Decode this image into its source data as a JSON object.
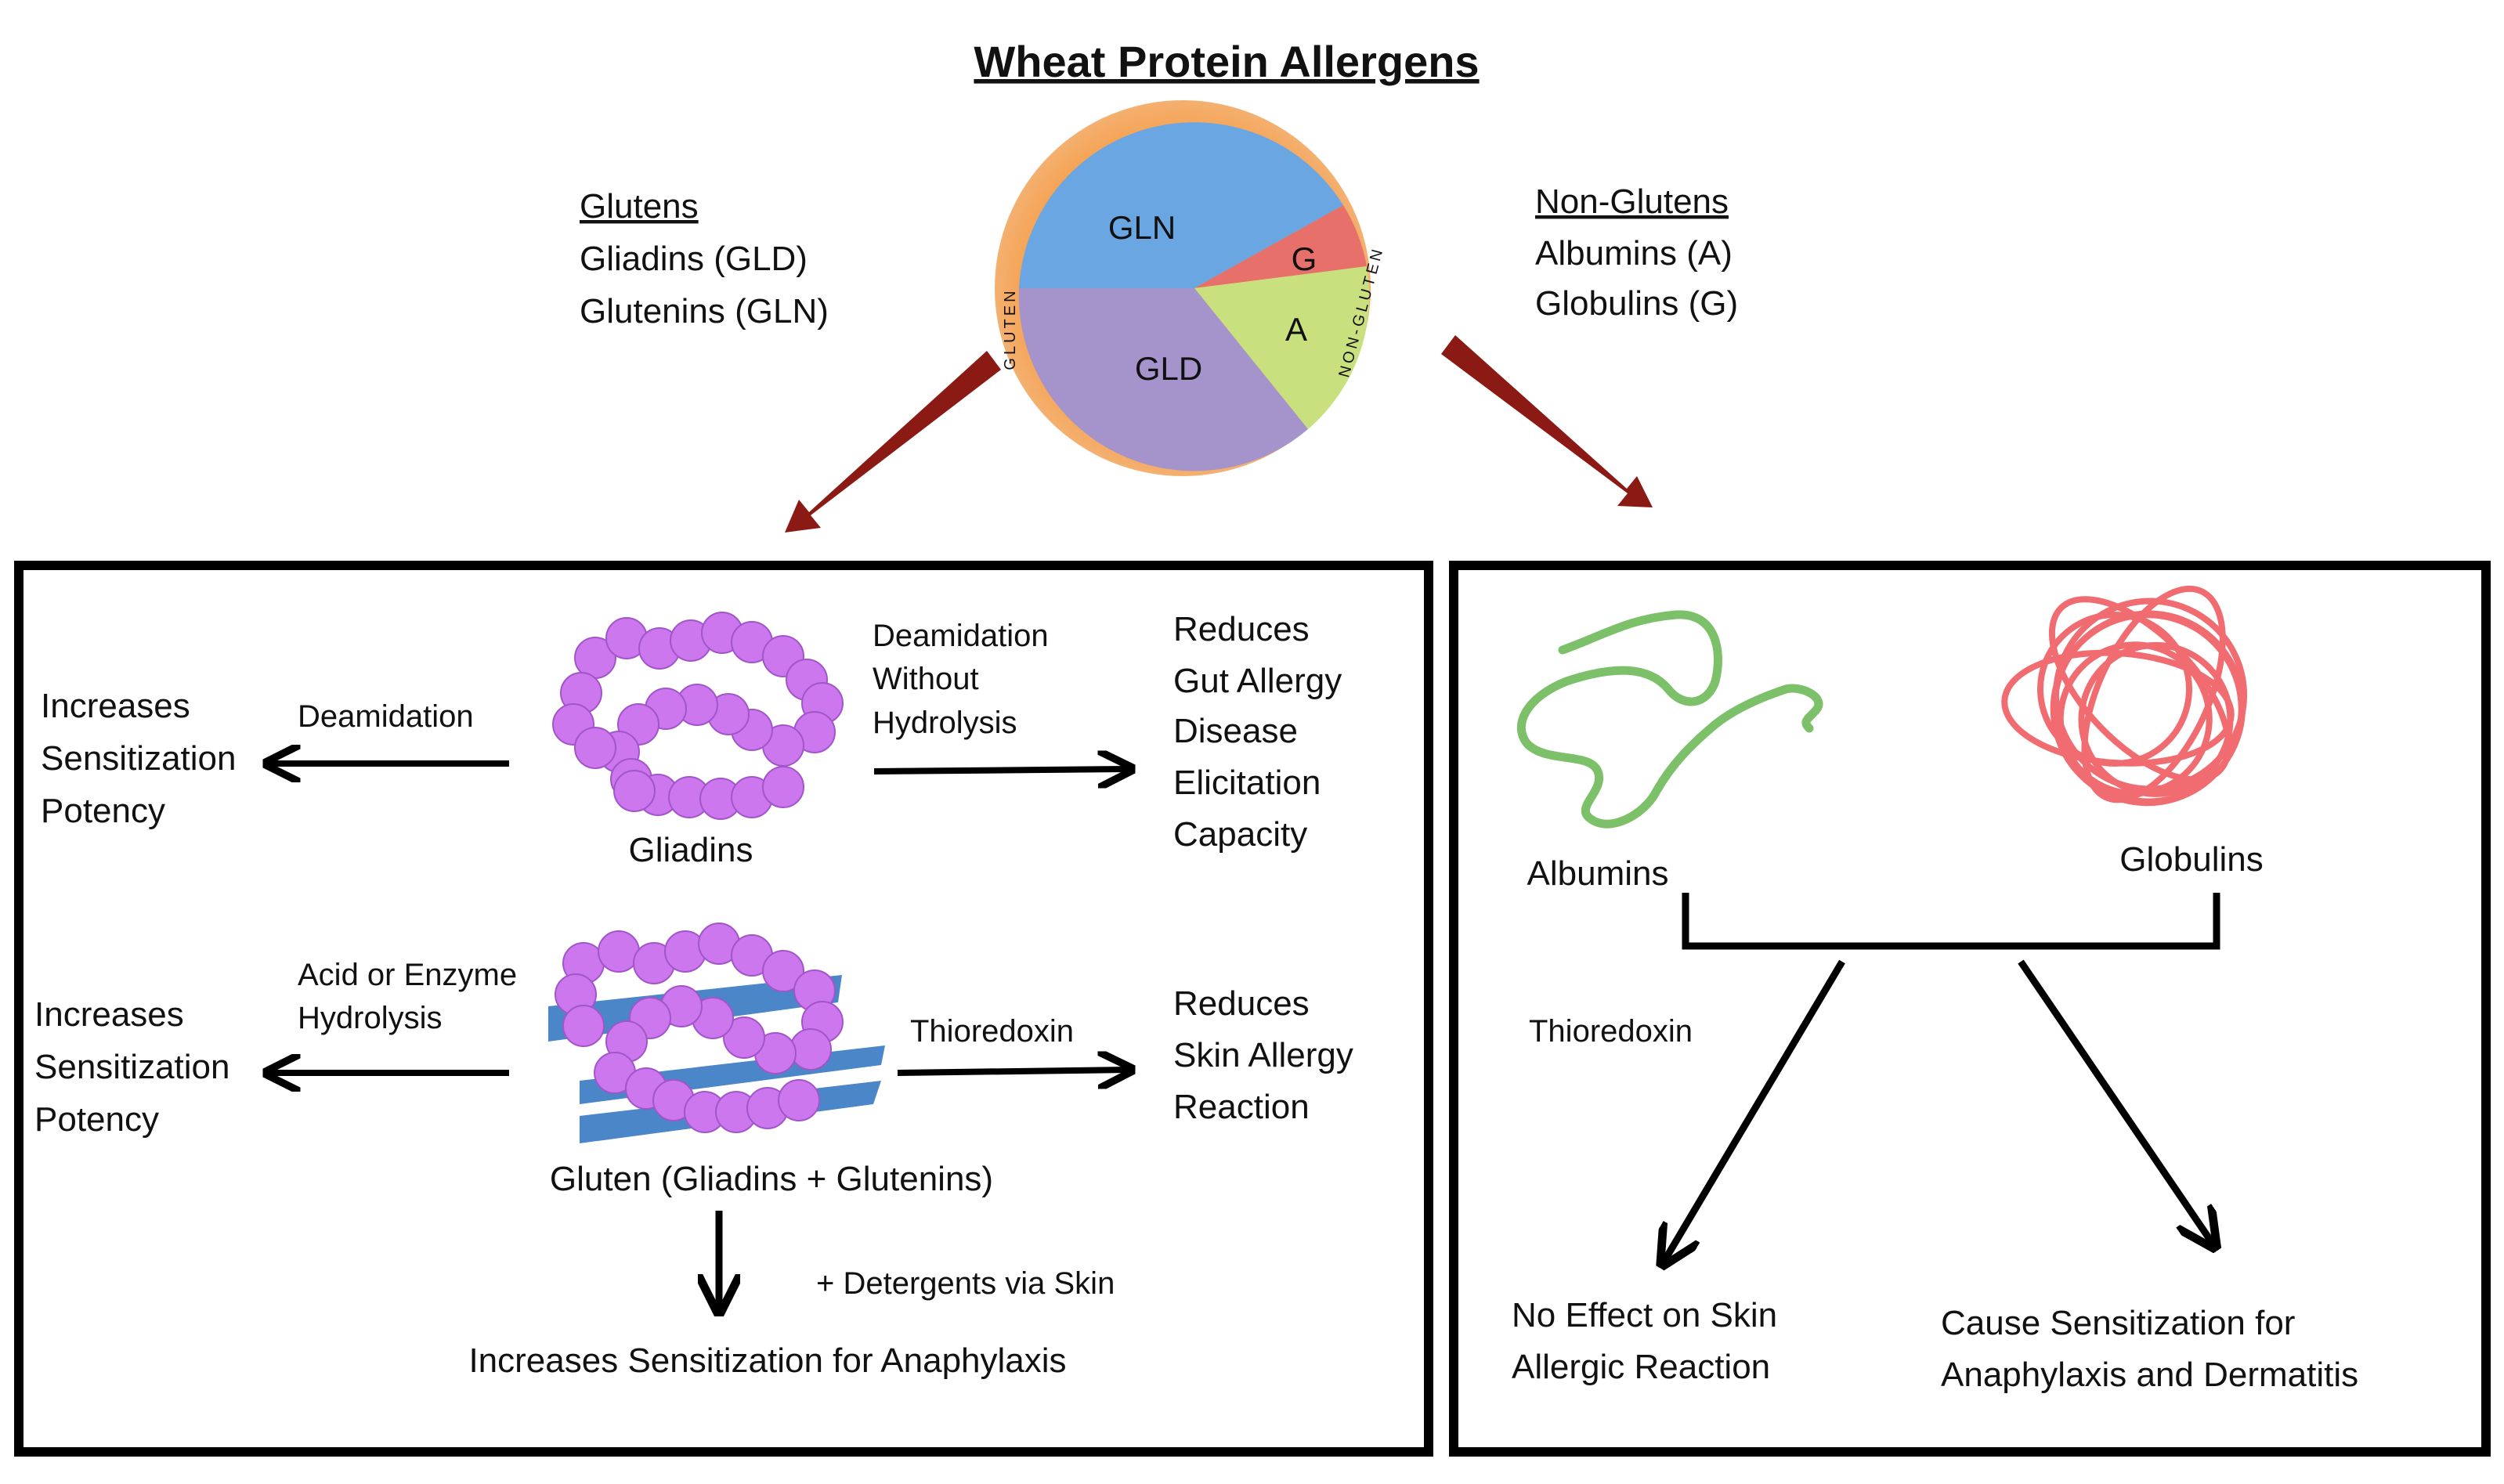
{
  "title": "Wheat Protein Allergens",
  "glutens": {
    "heading": "Glutens",
    "items": [
      "Gliadins (GLD)",
      "Glutenins (GLN)"
    ]
  },
  "non_glutens": {
    "heading": "Non-Glutens",
    "items": [
      "Albumins (A)",
      "Globulins (G)"
    ]
  },
  "pie": {
    "ring_left": "GLUTEN",
    "ring_right": "NON-GLUTEN",
    "slices": [
      {
        "label": "GLN",
        "color": "#5b9bd5"
      },
      {
        "label": "G",
        "color": "#e8706a"
      },
      {
        "label": "A",
        "color": "#c6e27a"
      },
      {
        "label": "GLD",
        "color": "#9b86c4"
      }
    ],
    "ring_color": "#f6a04d"
  },
  "left_panel": {
    "gliadins_label": "Gliadins",
    "deamidation": "Deamidation",
    "increases_1": [
      "Increases",
      "Sensitization",
      "Potency"
    ],
    "deamidation_no_hydro": [
      "Deamidation",
      "Without",
      "Hydrolysis"
    ],
    "reduces_gut": [
      "Reduces",
      "Gut Allergy",
      "Disease",
      "Elicitation",
      "Capacity"
    ],
    "acid_enzyme": [
      "Acid or Enzyme",
      "Hydrolysis"
    ],
    "increases_2": [
      "Increases",
      "Sensitization",
      "Potency"
    ],
    "thioredoxin": "Thioredoxin",
    "reduces_skin": [
      "Reduces",
      "Skin Allergy",
      "Reaction"
    ],
    "gluten_label": "Gluten (Gliadins + Glutenins)",
    "detergents": "+ Detergents via Skin",
    "anaphylaxis": "Increases Sensitization for Anaphylaxis"
  },
  "right_panel": {
    "albumins": "Albumins",
    "globulins": "Globulins",
    "thioredoxin": "Thioredoxin",
    "no_effect": [
      "No Effect on Skin",
      "Allergic Reaction"
    ],
    "cause": [
      "Cause Sensitization for",
      "Anaphylaxis and Dermatitis"
    ]
  },
  "colors": {
    "arrow_red": "#8b1a14",
    "bead": "#cc77ee",
    "ribbon": "#4a86c8",
    "albumin_line": "#7cc16a",
    "globulin_line": "#f06c70"
  }
}
